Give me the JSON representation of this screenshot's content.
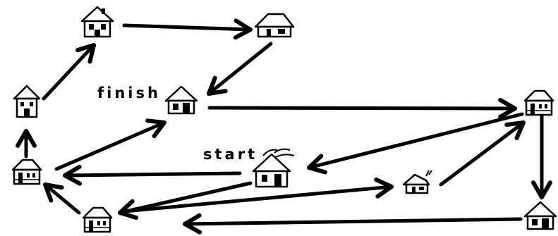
{
  "labels": {
    "finish": "finish",
    "start": "start"
  },
  "houses": [
    {
      "id": "top-left-house",
      "style": "dollar"
    },
    {
      "id": "top-right-house",
      "style": "barn"
    },
    {
      "id": "left-tall-house",
      "style": "tall"
    },
    {
      "id": "finish-house",
      "style": "plain"
    },
    {
      "id": "far-right-house",
      "style": "brick"
    },
    {
      "id": "left-mid-house",
      "style": "brick"
    },
    {
      "id": "start-house",
      "style": "windy"
    },
    {
      "id": "small-house",
      "style": "cottage"
    },
    {
      "id": "bottom-left-house",
      "style": "brick"
    },
    {
      "id": "bottom-right-house",
      "style": "plain"
    }
  ],
  "arrows": [
    {
      "from": "top-left-house",
      "to": "top-right-house"
    },
    {
      "from": "top-right-house",
      "to": "finish-house"
    },
    {
      "from": "left-tall-house",
      "to": "top-left-house"
    },
    {
      "from": "left-mid-house",
      "to": "left-tall-house"
    },
    {
      "from": "left-mid-house",
      "to": "finish-house"
    },
    {
      "from": "finish-house",
      "to": "far-right-house"
    },
    {
      "from": "far-right-house",
      "to": "start-house"
    },
    {
      "from": "far-right-house",
      "to": "bottom-right-house"
    },
    {
      "from": "start-house",
      "to": "left-mid-house"
    },
    {
      "from": "start-house",
      "to": "bottom-left-house"
    },
    {
      "from": "bottom-left-house",
      "to": "left-mid-house"
    },
    {
      "from": "bottom-left-house",
      "to": "small-house"
    },
    {
      "from": "small-house",
      "to": "far-right-house"
    },
    {
      "from": "bottom-right-house",
      "to": "bottom-left-house"
    }
  ],
  "colors": {
    "ink": "#000000",
    "background": "#ffffff"
  }
}
